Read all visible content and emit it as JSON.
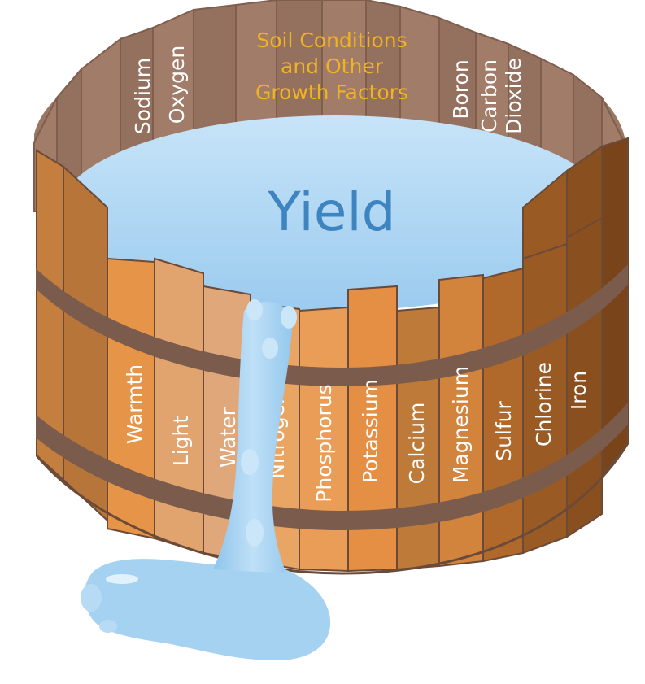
{
  "title": "Yield",
  "inner_caption": [
    "Soil Conditions",
    "and Other",
    "Growth Factors"
  ],
  "back_staves": [
    "Sodium",
    "Oxygen",
    "Boron",
    "Carbon|Dioxide"
  ],
  "front_staves": [
    "Warmth",
    "Light",
    "Water",
    "Nitrogen",
    "Phosphorus",
    "Potassium",
    "Calcium",
    "Magnesium",
    "Sulfur",
    "Chlorine",
    "Iron"
  ],
  "colors": {
    "water": "#a9d4f2",
    "water_text": "#3d84c1",
    "caption": "#f2b320",
    "back_wood": "#9a7664",
    "hoop": "#7b5b4b",
    "stave_label": "#ffffff"
  }
}
